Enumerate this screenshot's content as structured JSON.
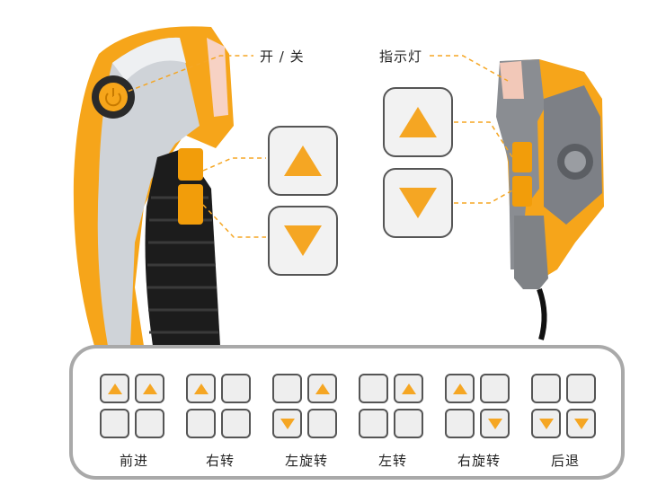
{
  "callouts": {
    "power": "开 / 关",
    "indicator": "指示灯"
  },
  "colors": {
    "accent": "#f5a623",
    "button_border": "#555555",
    "panel_border": "#a9a9a9"
  },
  "modes": [
    {
      "label": "前进",
      "cells": [
        "up",
        "up",
        "none",
        "none"
      ]
    },
    {
      "label": "右转",
      "cells": [
        "up",
        "none",
        "none",
        "none"
      ]
    },
    {
      "label": "左旋转",
      "cells": [
        "none",
        "up",
        "down",
        "none"
      ]
    },
    {
      "label": "左转",
      "cells": [
        "none",
        "up",
        "none",
        "none"
      ]
    },
    {
      "label": "右旋转",
      "cells": [
        "up",
        "none",
        "none",
        "down"
      ]
    },
    {
      "label": "后退",
      "cells": [
        "none",
        "none",
        "down",
        "down"
      ]
    }
  ]
}
